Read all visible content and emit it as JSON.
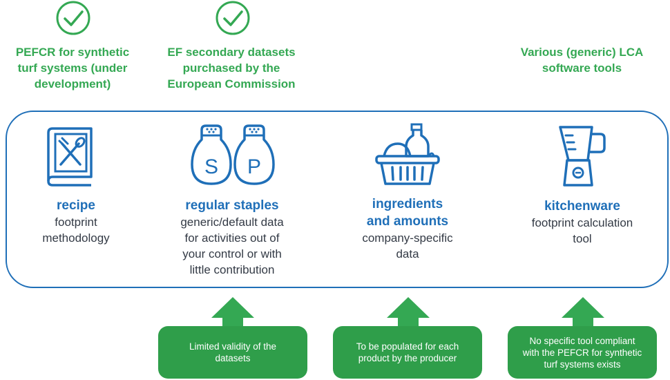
{
  "top_items": [
    {
      "lines": [
        "PEFCR for synthetic",
        "turf systems (under",
        "development)"
      ],
      "checked": true
    },
    {
      "lines": [
        "EF secondary datasets",
        "purchased by the",
        "European Commission"
      ],
      "checked": true
    },
    {
      "lines": [
        "Various (generic) LCA",
        "software tools"
      ],
      "checked": false
    }
  ],
  "columns": [
    {
      "icon": "recipe-book-icon",
      "title_lines": [
        "recipe"
      ],
      "desc_lines": [
        "footprint",
        "methodology"
      ]
    },
    {
      "icon": "salt-pepper-shakers-icon",
      "title_lines": [
        "regular staples"
      ],
      "desc_lines": [
        "generic/default data",
        "for activities out of",
        "your control or with",
        "little contribution"
      ],
      "shaker_letters": [
        "S",
        "P"
      ]
    },
    {
      "icon": "grocery-basket-icon",
      "title_lines": [
        "ingredients",
        "and amounts"
      ],
      "desc_lines": [
        "company-specific",
        "data"
      ]
    },
    {
      "icon": "blender-icon",
      "title_lines": [
        "kitchenware"
      ],
      "desc_lines": [
        "footprint calculation",
        "tool"
      ]
    }
  ],
  "notes": [
    {
      "lines": [
        "Limited validity of the",
        "datasets"
      ]
    },
    {
      "lines": [
        "To be populated for each",
        "product by the producer"
      ]
    },
    {
      "lines": [
        "No specific tool compliant",
        "with the PEFCR for synthetic",
        "turf systems exists"
      ]
    }
  ],
  "colors": {
    "green": "#34a853",
    "blue": "#1f6fb8",
    "note_green": "#2f9e4a",
    "text": "#333a45"
  }
}
